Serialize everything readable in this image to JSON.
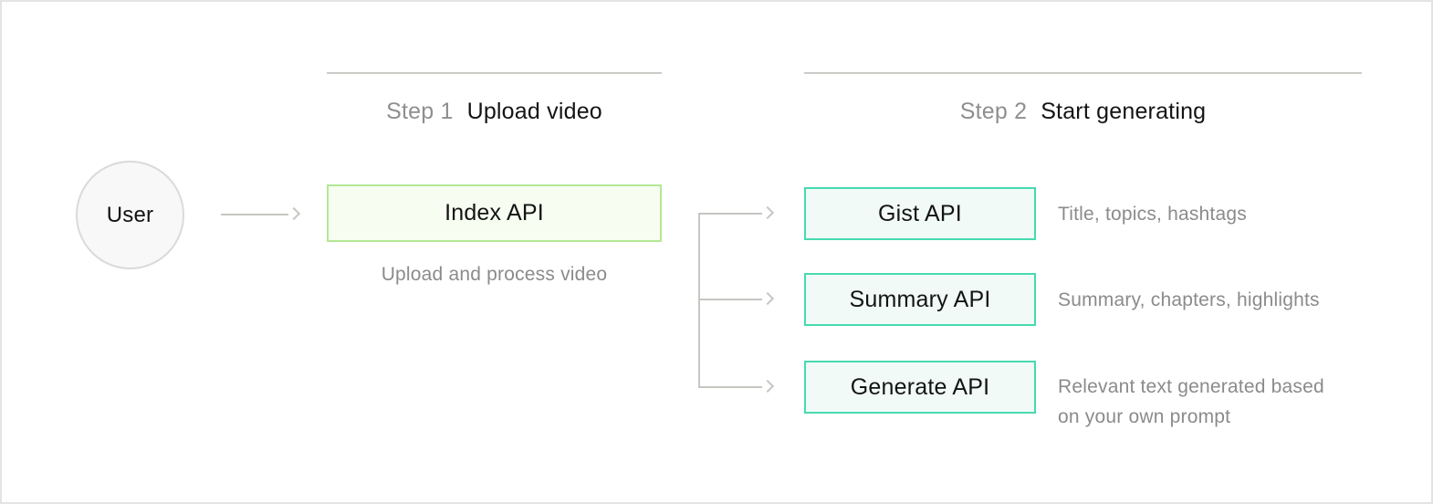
{
  "user_node": {
    "label": "User"
  },
  "steps": [
    {
      "prefix": "Step 1",
      "title": "Upload video",
      "api_label": "Index API",
      "caption": "Upload and process video"
    },
    {
      "prefix": "Step 2",
      "title": "Start generating",
      "apis": [
        {
          "label": "Gist API",
          "description": "Title, topics, hashtags"
        },
        {
          "label": "Summary API",
          "description": "Summary, chapters, highlights"
        },
        {
          "label": "Generate API",
          "description": "Relevant text generated based on your own prompt"
        }
      ]
    }
  ],
  "colors": {
    "index_box_border": "#b3e896",
    "index_box_fill": "#f7fdf0",
    "generate_box_border": "#46dab0",
    "generate_box_fill": "#f1faf6",
    "connector_gray": "#c6c6c2",
    "text_dark": "#141414",
    "text_gray": "#8b8b8b",
    "frame_border": "#e3e3e3"
  }
}
